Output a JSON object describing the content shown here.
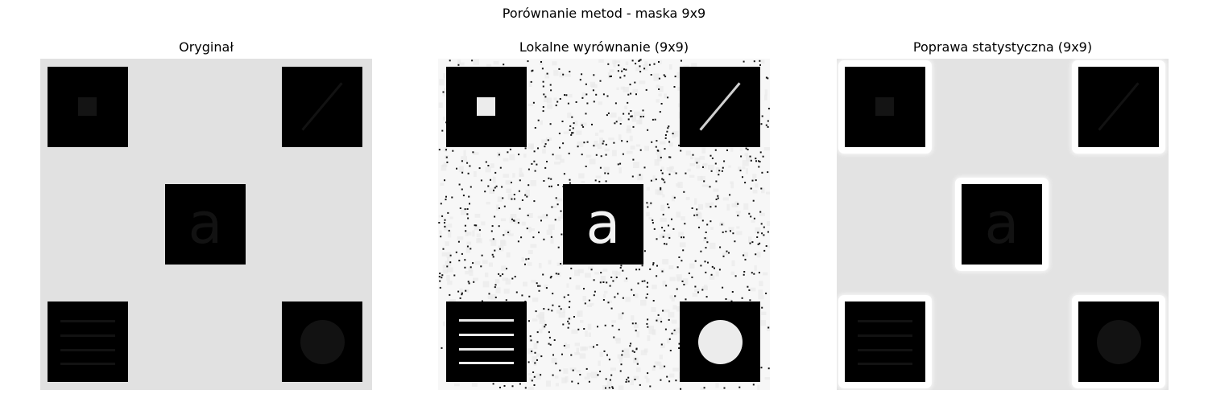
{
  "figure": {
    "suptitle": "Porównanie metod - maska 9x9"
  },
  "panels": [
    {
      "title": "Oryginał"
    },
    {
      "title": "Lokalne wyrównanie (9x9)"
    },
    {
      "title": "Poprawa statystyczna (9x9)"
    }
  ],
  "letter_glyph": "a",
  "colors": {
    "background_original": "#e1e1e1",
    "background_local": "#f7f7f7",
    "background_statistical": "#e3e3e3",
    "square": "#000000",
    "hidden_feature": "#121212",
    "revealed_feature": "#ececec",
    "halo": "#ffffff",
    "noise_speck": "#111111"
  }
}
